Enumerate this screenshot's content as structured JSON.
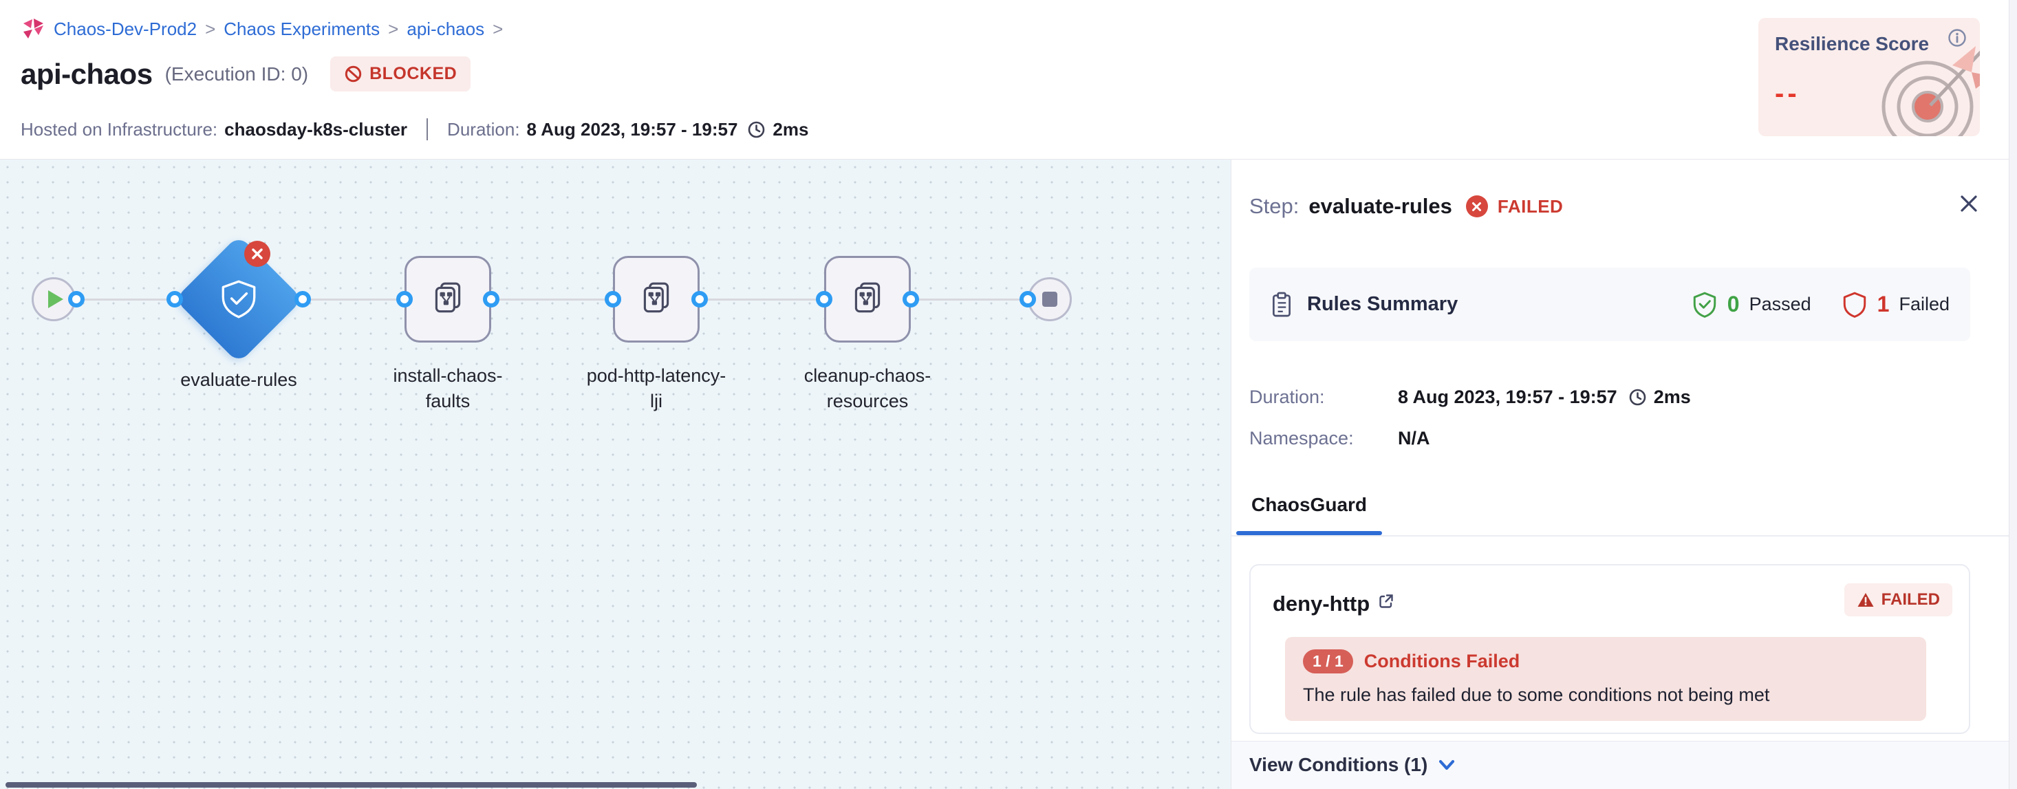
{
  "header": {
    "breadcrumb": {
      "items": [
        "Chaos-Dev-Prod2",
        "Chaos Experiments",
        "api-chaos"
      ],
      "separator": ">"
    },
    "title": "api-chaos",
    "execution_id": "(Execution ID: 0)",
    "status_badge": "BLOCKED",
    "infra_label": "Hosted on Infrastructure:",
    "infra_value": "chaosday-k8s-cluster",
    "duration_label": "Duration:",
    "duration_value": "8 Aug 2023, 19:57 - 19:57",
    "duration_ms": "2ms",
    "resilience": {
      "title": "Resilience Score",
      "value": "--"
    }
  },
  "canvas": {
    "nodes": [
      {
        "id": "start",
        "type": "start"
      },
      {
        "id": "evaluate-rules",
        "type": "chaosguard-diamond",
        "status": "failed",
        "label": "evaluate-rules"
      },
      {
        "id": "install-chaos-faults",
        "type": "step-group",
        "label_lines": [
          "install-chaos-",
          "faults"
        ]
      },
      {
        "id": "pod-http-latency-lji",
        "type": "step-group",
        "label_lines": [
          "pod-http-latency-",
          "lji"
        ]
      },
      {
        "id": "cleanup-chaos-resources",
        "type": "step-group",
        "label_lines": [
          "cleanup-chaos-",
          "resources"
        ]
      },
      {
        "id": "end",
        "type": "end"
      }
    ]
  },
  "panel": {
    "step_label": "Step:",
    "step_name": "evaluate-rules",
    "step_status": "FAILED",
    "rules_summary": {
      "title": "Rules Summary",
      "passed_count": "0",
      "passed_label": "Passed",
      "failed_count": "1",
      "failed_label": "Failed"
    },
    "duration_label": "Duration:",
    "duration_value": "8 Aug 2023, 19:57 - 19:57",
    "duration_ms": "2ms",
    "namespace_label": "Namespace:",
    "namespace_value": "N/A",
    "tab": "ChaosGuard",
    "rule_card": {
      "name": "deny-http",
      "status": "FAILED",
      "conditions_ratio": "1 / 1",
      "conditions_title": "Conditions Failed",
      "conditions_message": "The rule has failed due to some conditions not being met",
      "view_conditions": "View Conditions (1)"
    }
  },
  "colors": {
    "link_blue": "#2e6cd5",
    "error_red": "#cc3a30",
    "success_green": "#3fa345",
    "node_blue_top": "#4da0ea",
    "node_blue_bottom": "#2e7ad3",
    "canvas_bg": "#edf5f9",
    "badge_bg": "#faeceb"
  }
}
